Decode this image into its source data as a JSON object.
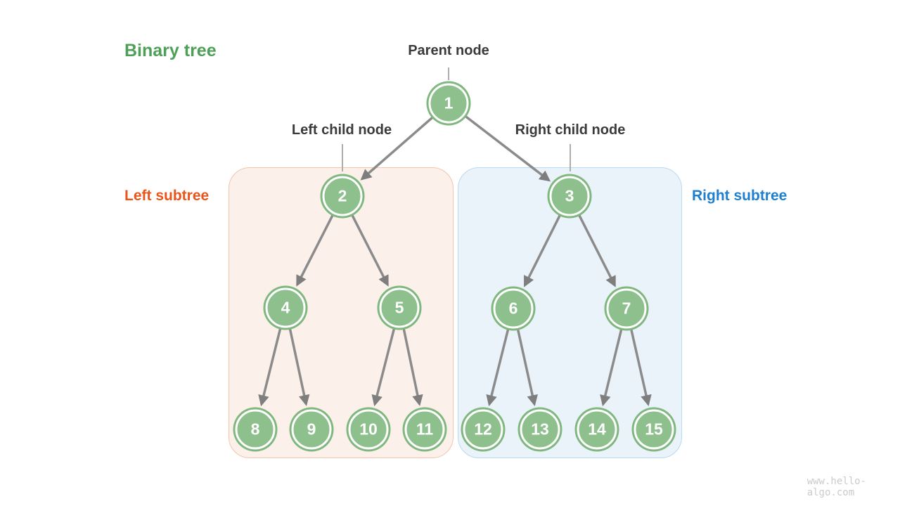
{
  "title": "Binary tree",
  "annotations": {
    "parent_node": "Parent node",
    "left_child_node": "Left child node",
    "right_child_node": "Right child node",
    "left_subtree": "Left subtree",
    "right_subtree": "Right subtree"
  },
  "tree": {
    "nodes": [
      {
        "id": 1,
        "value": "1"
      },
      {
        "id": 2,
        "value": "2"
      },
      {
        "id": 3,
        "value": "3"
      },
      {
        "id": 4,
        "value": "4"
      },
      {
        "id": 5,
        "value": "5"
      },
      {
        "id": 6,
        "value": "6"
      },
      {
        "id": 7,
        "value": "7"
      },
      {
        "id": 8,
        "value": "8"
      },
      {
        "id": 9,
        "value": "9"
      },
      {
        "id": 10,
        "value": "10"
      },
      {
        "id": 11,
        "value": "11"
      },
      {
        "id": 12,
        "value": "12"
      },
      {
        "id": 13,
        "value": "13"
      },
      {
        "id": 14,
        "value": "14"
      },
      {
        "id": 15,
        "value": "15"
      }
    ],
    "edges": [
      [
        1,
        2
      ],
      [
        1,
        3
      ],
      [
        2,
        4
      ],
      [
        2,
        5
      ],
      [
        3,
        6
      ],
      [
        3,
        7
      ],
      [
        4,
        8
      ],
      [
        4,
        9
      ],
      [
        5,
        10
      ],
      [
        5,
        11
      ],
      [
        6,
        12
      ],
      [
        6,
        13
      ],
      [
        7,
        14
      ],
      [
        7,
        15
      ]
    ],
    "left_subtree_nodes": [
      2,
      4,
      5,
      8,
      9,
      10,
      11
    ],
    "right_subtree_nodes": [
      3,
      6,
      7,
      12,
      13,
      14,
      15
    ]
  },
  "watermark": "www.hello-algo.com",
  "colors": {
    "title_green": "#4E9F58",
    "left_subtree_orange": "#E9551A",
    "right_subtree_blue": "#1E7FD0",
    "node_fill": "#8DC08D",
    "node_ring": "#7FB77F",
    "left_box_fill": "#FCF0EA",
    "left_box_border": "#F2C6AC",
    "right_box_fill": "#EBF3FA",
    "right_box_border": "#B9D8F1",
    "edge_gray": "#8B8B8B",
    "annotation_text": "#3B3B3B"
  }
}
